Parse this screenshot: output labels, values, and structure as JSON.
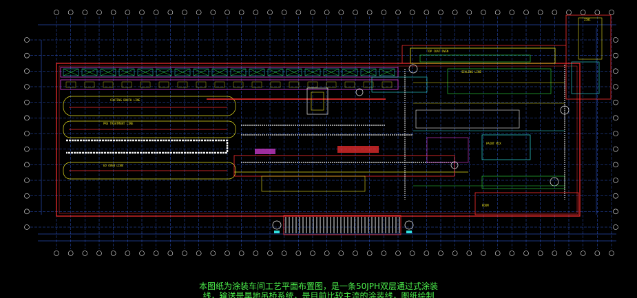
{
  "drawing": {
    "type": "cad-plan",
    "background": "#000000",
    "colors": {
      "grid": "#3a6cff",
      "wall": "#ff3030",
      "conveyor": "#f0f0f0",
      "yellow": "#e8e020",
      "green": "#30e040",
      "cyan": "#30e0e0",
      "magenta": "#e040e0",
      "caption": "#4cf04c"
    },
    "column_grid_count": 40,
    "row_grid_count": 13
  },
  "caption": {
    "line1": "本图纸为涂装车间工艺平面布置图，是一条50JPH双层通过式涂装",
    "line2": "线，输送是旱地吊桥系统，是目前比较主流的涂装线，图纸绘制"
  },
  "labels": {
    "top_right_tag": "2501"
  }
}
